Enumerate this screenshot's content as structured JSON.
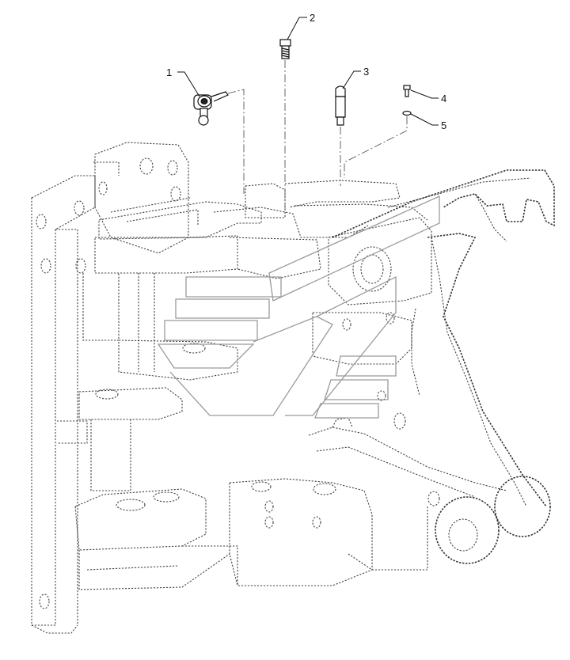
{
  "callouts": [
    {
      "label": "1"
    },
    {
      "label": "2"
    },
    {
      "label": "3"
    },
    {
      "label": "4"
    },
    {
      "label": "5"
    }
  ],
  "icons": {
    "watermark": "brand-logo-watermark"
  },
  "colors": {
    "line": "#111111",
    "hidden_line": "#444444",
    "watermark": "#9a9a9a",
    "background": "#ffffff"
  }
}
